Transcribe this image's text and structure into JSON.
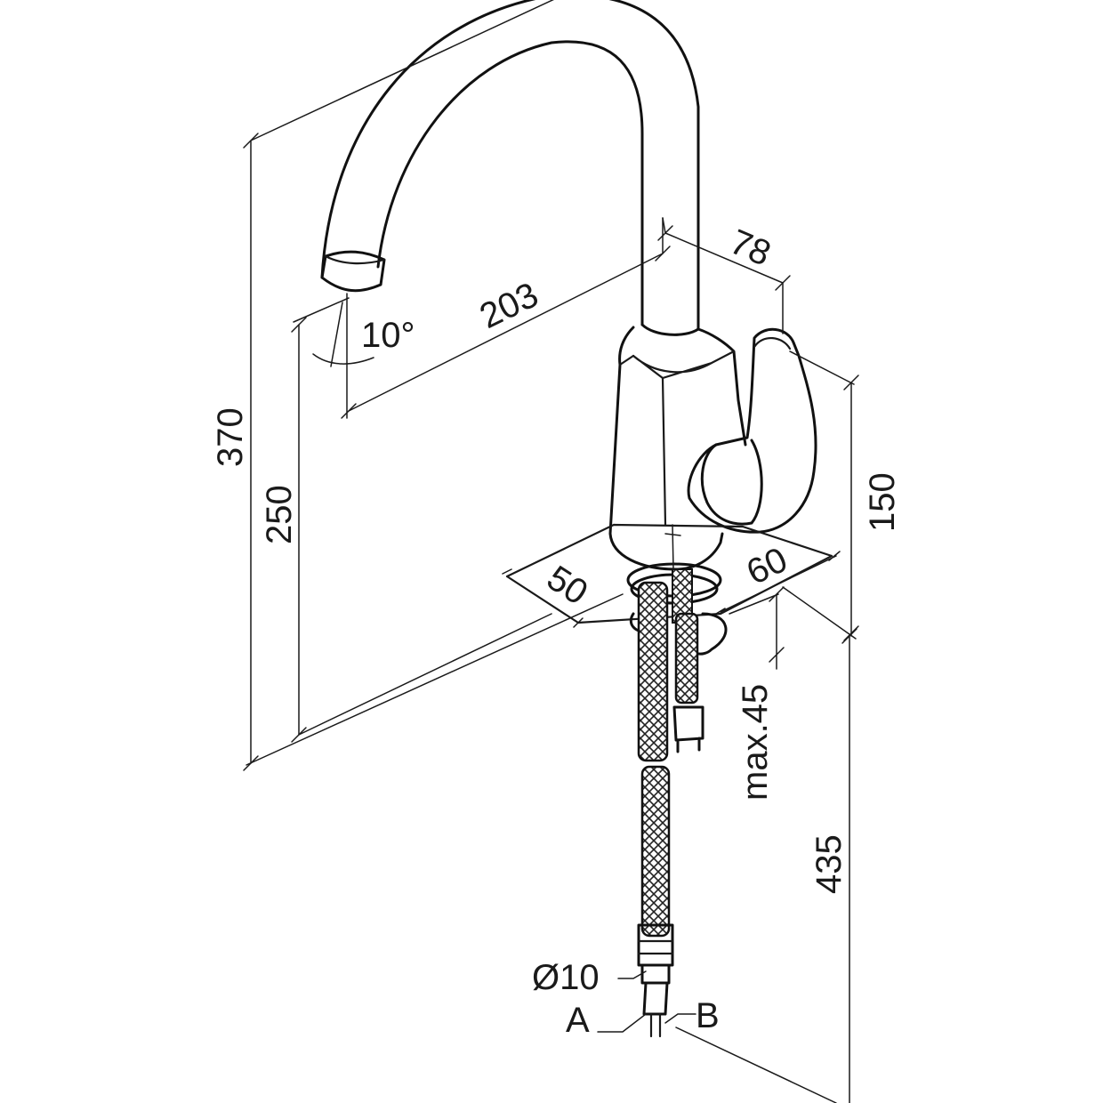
{
  "dimensions": {
    "overall_height": "370",
    "spout_height": "250",
    "spout_reach": "203",
    "spout_angle": "10°",
    "handle_offset": "78",
    "body_height": "150",
    "base_depth": "50",
    "base_width": "60",
    "max_deck_thickness": "max.45",
    "hose_length": "435",
    "hose_diameter": "Ø10"
  },
  "connections": {
    "a": "A",
    "b": "B"
  }
}
